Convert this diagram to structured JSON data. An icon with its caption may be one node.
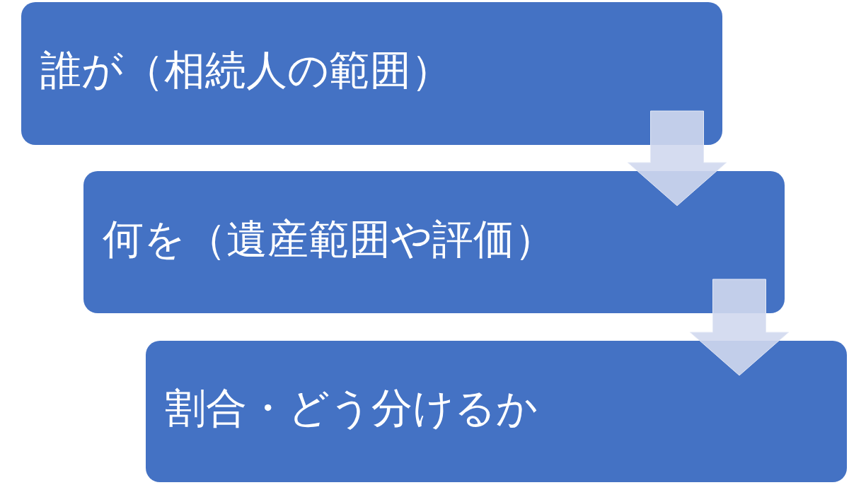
{
  "diagram": {
    "nodes": [
      {
        "text": [
          "誰が（相続人の範囲）"
        ]
      },
      {
        "text": [
          "何を（遺産範囲や評価）"
        ]
      },
      {
        "text": [
          "割合・どう分けるか"
        ]
      }
    ],
    "edges": [
      {
        "from": 0,
        "to": 1,
        "arrow": "to"
      },
      {
        "from": 1,
        "to": 2,
        "arrow": "to"
      }
    ]
  }
}
